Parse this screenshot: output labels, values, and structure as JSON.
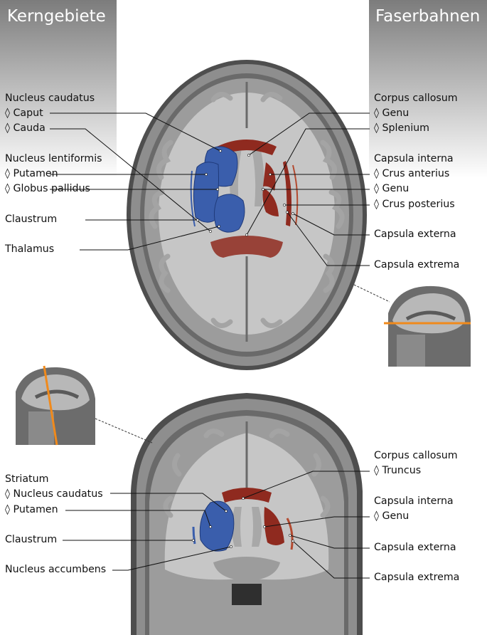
{
  "headers": {
    "left": "Kerngebiete",
    "right": "Faserbahnen"
  },
  "axial": {
    "left_labels": [
      "Nucleus caudatus",
      "◊ Caput",
      "◊ Cauda",
      "Nucleus lentiformis",
      "◊ Putamen",
      "◊ Globus pallidus",
      "Claustrum",
      "Thalamus"
    ],
    "right_labels": [
      "Corpus callosum",
      "◊ Genu",
      "◊ Splenium",
      "Capsula interna",
      "◊ Crus anterius",
      "◊ Genu",
      "◊ Crus posterius",
      "Capsula externa",
      "Capsula extrema"
    ]
  },
  "coronal": {
    "left_labels": [
      "Striatum",
      "◊ Nucleus caudatus",
      "◊ Putamen",
      "Claustrum",
      "Nucleus accumbens"
    ],
    "right_labels": [
      "Corpus callosum",
      "◊ Truncus",
      "Capsula interna",
      "◊ Genu",
      "Capsula externa",
      "Capsula extrema"
    ]
  },
  "colors": {
    "nuclei": "#3a5eac",
    "fibers": "#9b2a1e",
    "header_gradient_top": "#8a8a8a",
    "cortex": "#9c9c9c",
    "white_matter": "#c8c8c8",
    "background": "#ffffff",
    "slice_line": "#f08a1c"
  }
}
